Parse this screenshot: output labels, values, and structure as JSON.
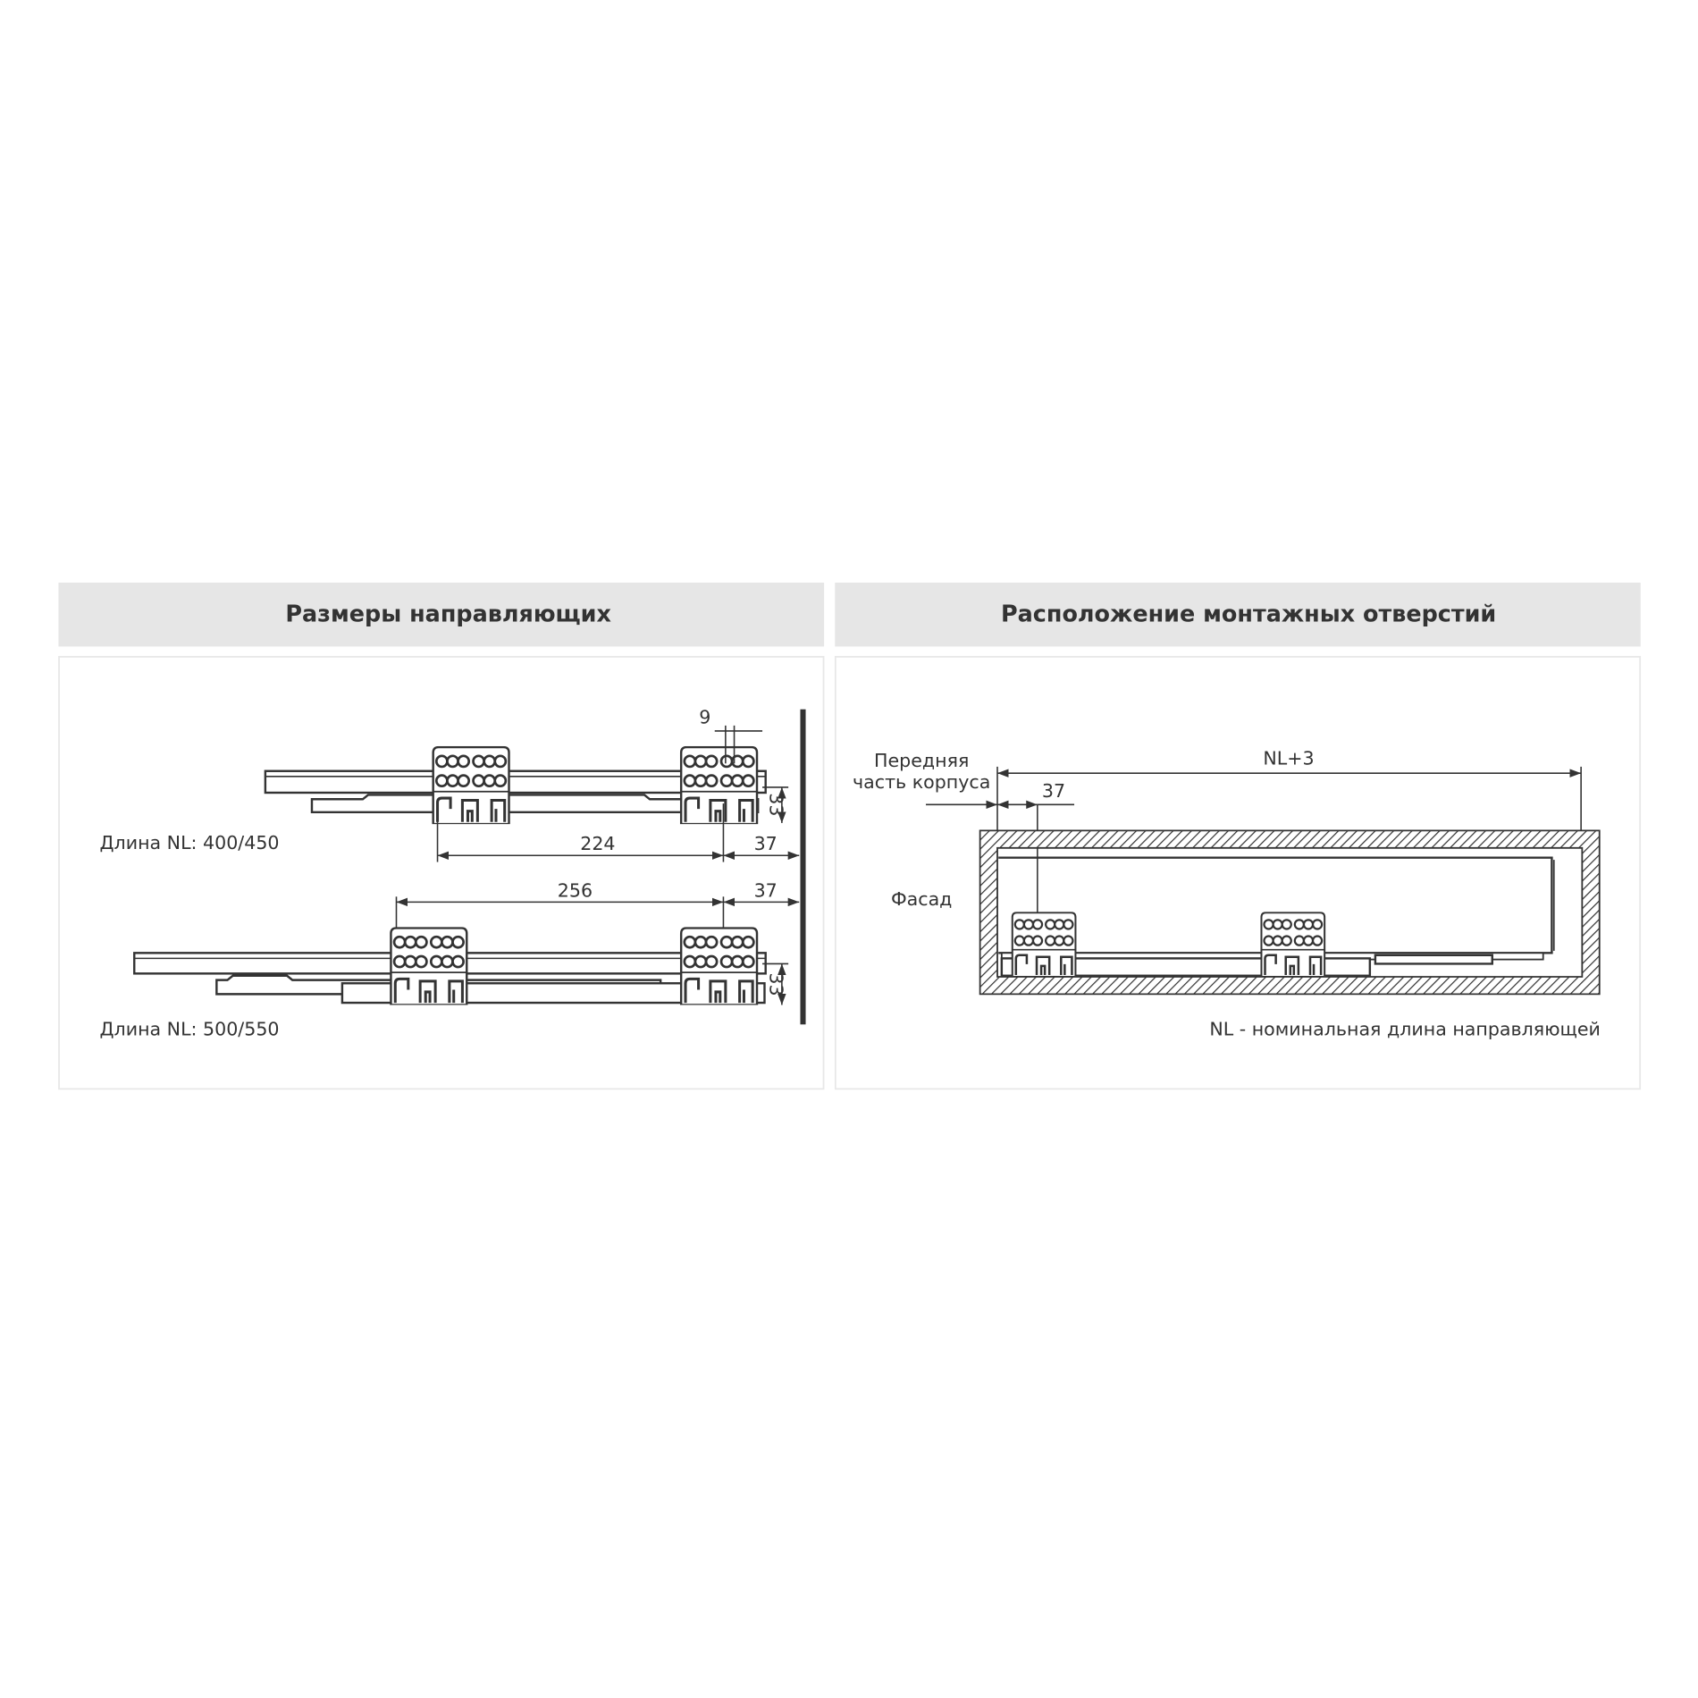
{
  "left_panel": {
    "title": "Размеры направляющих",
    "dim_9": "9",
    "dim_33_top": "33",
    "dim_224": "224",
    "dim_37_top": "37",
    "dim_256": "256",
    "dim_37_bottom": "37",
    "dim_33_bottom": "33",
    "label_400": "Длина NL: 400/450",
    "label_500": "Длина NL: 500/550"
  },
  "right_panel": {
    "title": "Расположение монтажных отверстий",
    "front_label_1": "Передняя",
    "front_label_2": "часть корпуса",
    "dim_nl3": "NL+3",
    "dim_37": "37",
    "facade_label": "Фасад",
    "note": "NL - номинальная длина направляющей"
  },
  "colors": {
    "header_bg": "#e6e6e6",
    "line": "#333333",
    "border": "#e8e8e8"
  }
}
